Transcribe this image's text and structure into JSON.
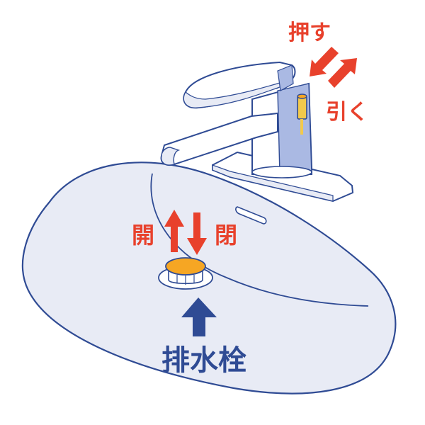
{
  "labels": {
    "push": "押す",
    "pull": "引く",
    "open": "開",
    "close": "閉",
    "drain_plug": "排水栓"
  },
  "colors": {
    "outline": "#2f4b94",
    "basin_fill": "#e8ebf5",
    "faucet_fill": "#ffffff",
    "faucet_shade": "#aab9e3",
    "accent_red": "#e8412c",
    "plug_orange": "#f6a623",
    "lever_yellow": "#f2c94c",
    "label_blue": "#2f4b94"
  },
  "icons": {
    "up_arrow": "arrow-up-icon",
    "down_arrow": "arrow-down-icon",
    "diagonal_arrows": "diagonal-arrows-icon",
    "pointer_arrow": "arrow-up-blue-icon"
  }
}
